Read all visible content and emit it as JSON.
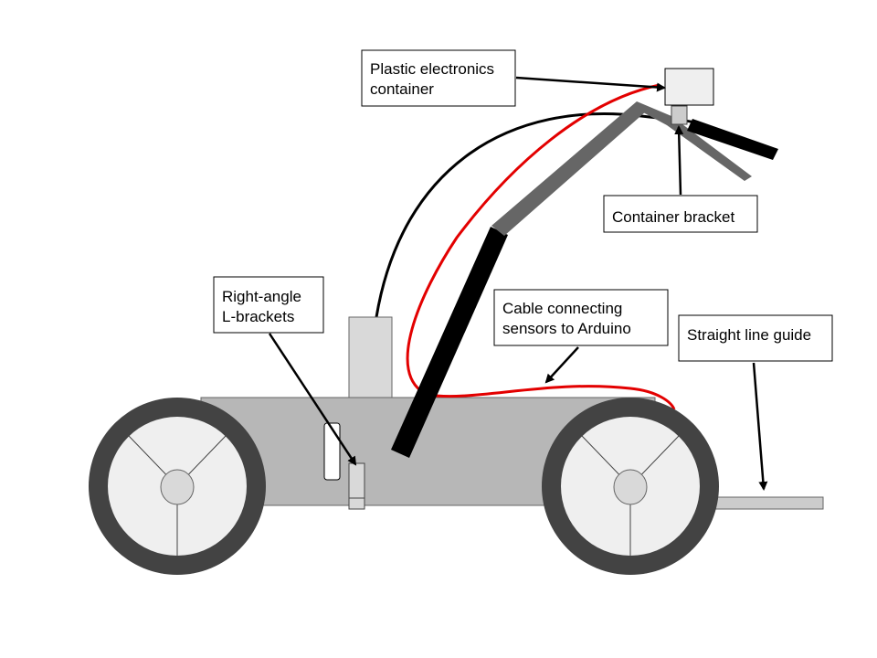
{
  "colors": {
    "background": "#ffffff",
    "body": "#b7b7b7",
    "body_stroke": "#666666",
    "tire": "#434343",
    "hub": "#efefef",
    "pole_dark": "#000000",
    "pole_gray": "#666666",
    "cable_red": "#e30000",
    "cable_black": "#000000",
    "box_fill": "#efefef",
    "post_fill": "#d9d9d9",
    "guide_fill": "#cccccc"
  },
  "labels": {
    "plastic_container": [
      "Plastic electronics",
      "container"
    ],
    "container_bracket": [
      "Container bracket"
    ],
    "right_angle": [
      "Right-angle",
      "L-brackets"
    ],
    "cable": [
      "Cable connecting",
      "sensors to Arduino"
    ],
    "straight_guide": [
      "Straight line guide"
    ]
  }
}
